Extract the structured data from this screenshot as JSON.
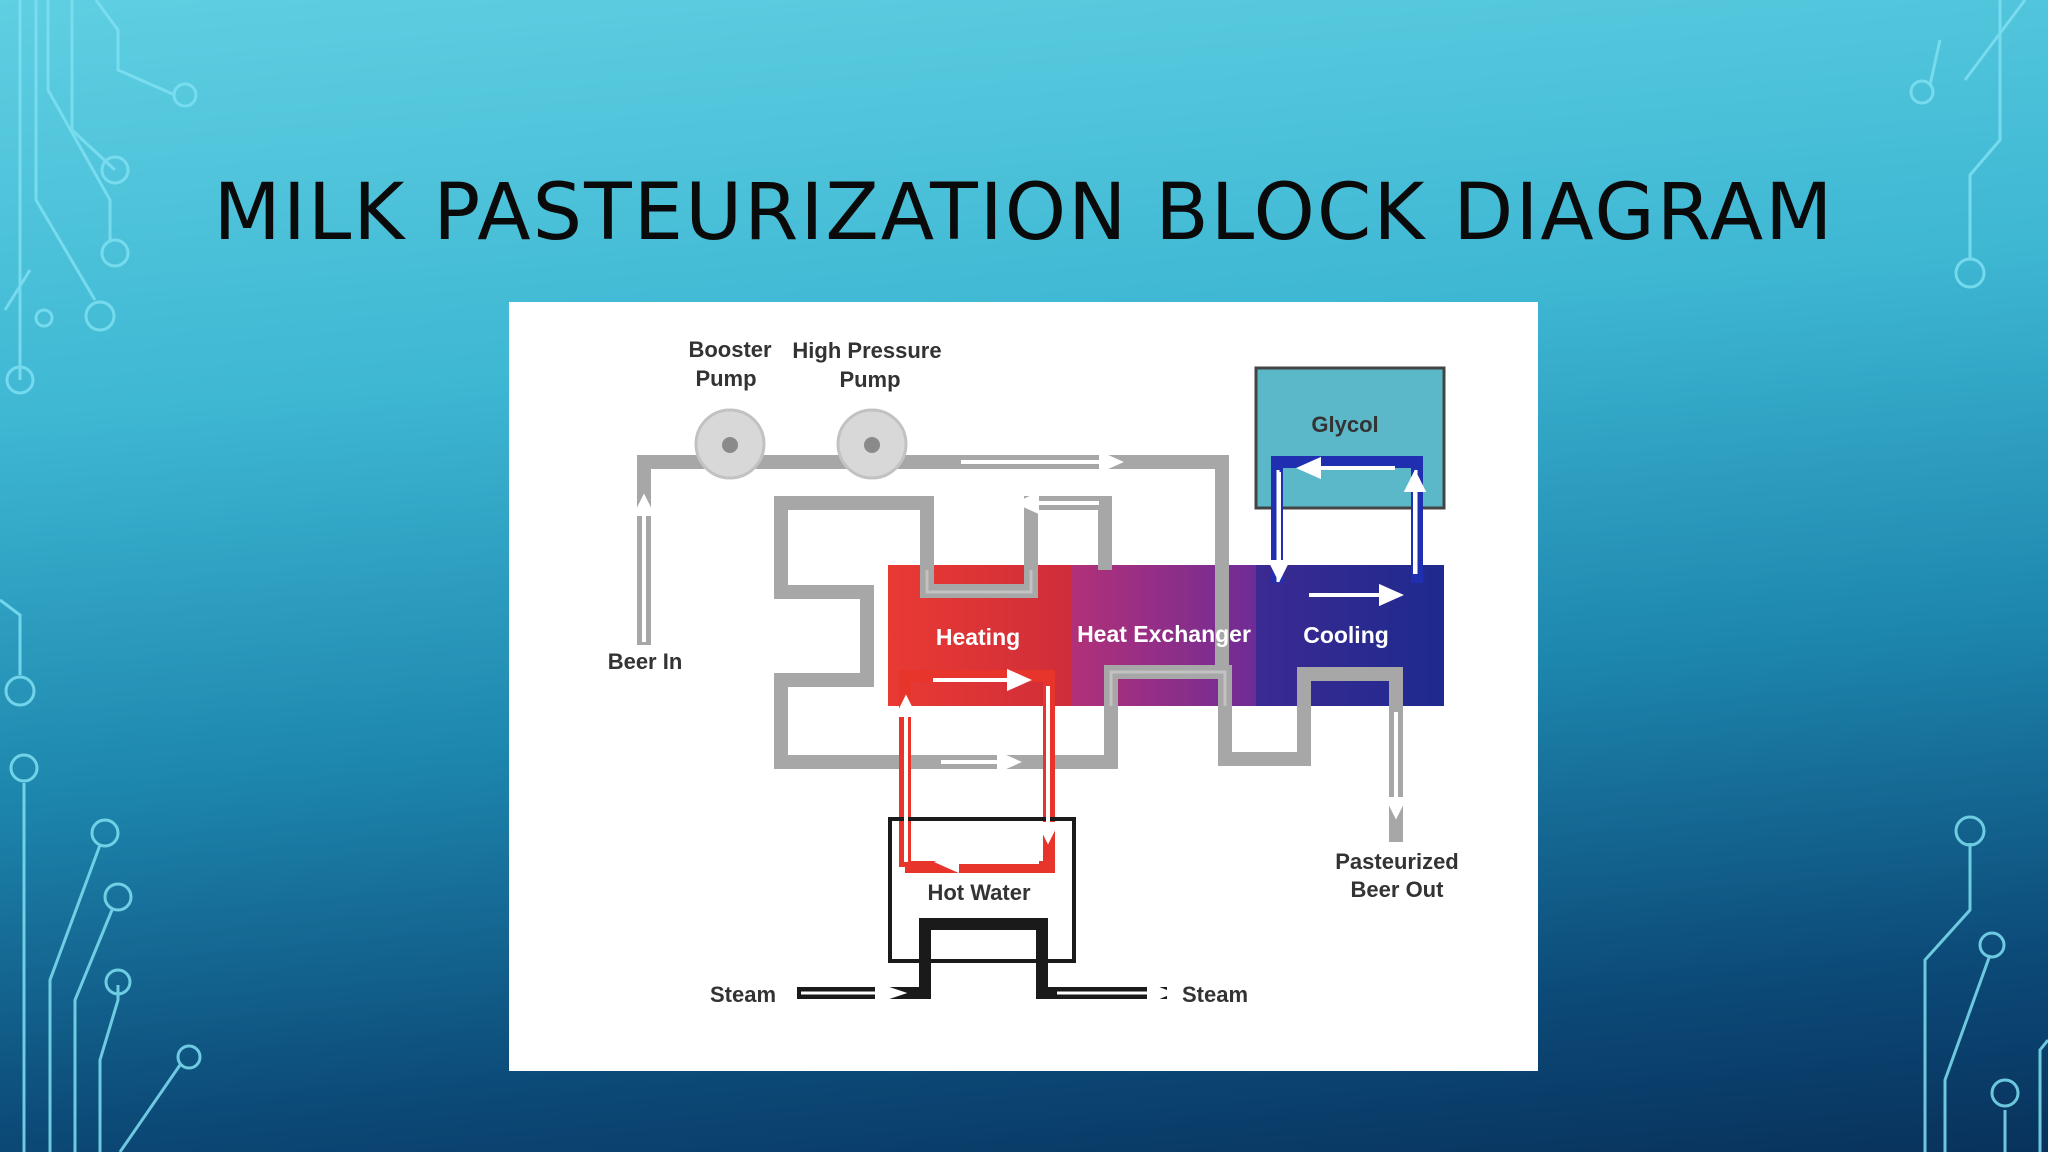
{
  "slide": {
    "title": "MILK PASTEURIZATION BLOCK DIAGRAM"
  },
  "diagram": {
    "labels": {
      "booster_pump": [
        "Booster",
        "Pump"
      ],
      "high_pressure_pump": [
        "High Pressure",
        "Pump"
      ],
      "glycol": "Glycol",
      "beer_in": "Beer In",
      "heating": "Heating",
      "heat_exchanger": "Heat Exchanger",
      "cooling": "Cooling",
      "pasteurized_beer_out": [
        "Pasteurized",
        "Beer Out"
      ],
      "hot_water": "Hot Water",
      "steam_in": "Steam",
      "steam_out": "Steam"
    },
    "colors": {
      "pipe": "#a7a7a7",
      "heating": "#e13430",
      "heat_exchanger": "#a23884",
      "cooling": "#2a1f8a",
      "glycol": "#5bb8c9",
      "hot_water_loop": "#e8352b",
      "steam_line": "#1a1a1a"
    }
  }
}
